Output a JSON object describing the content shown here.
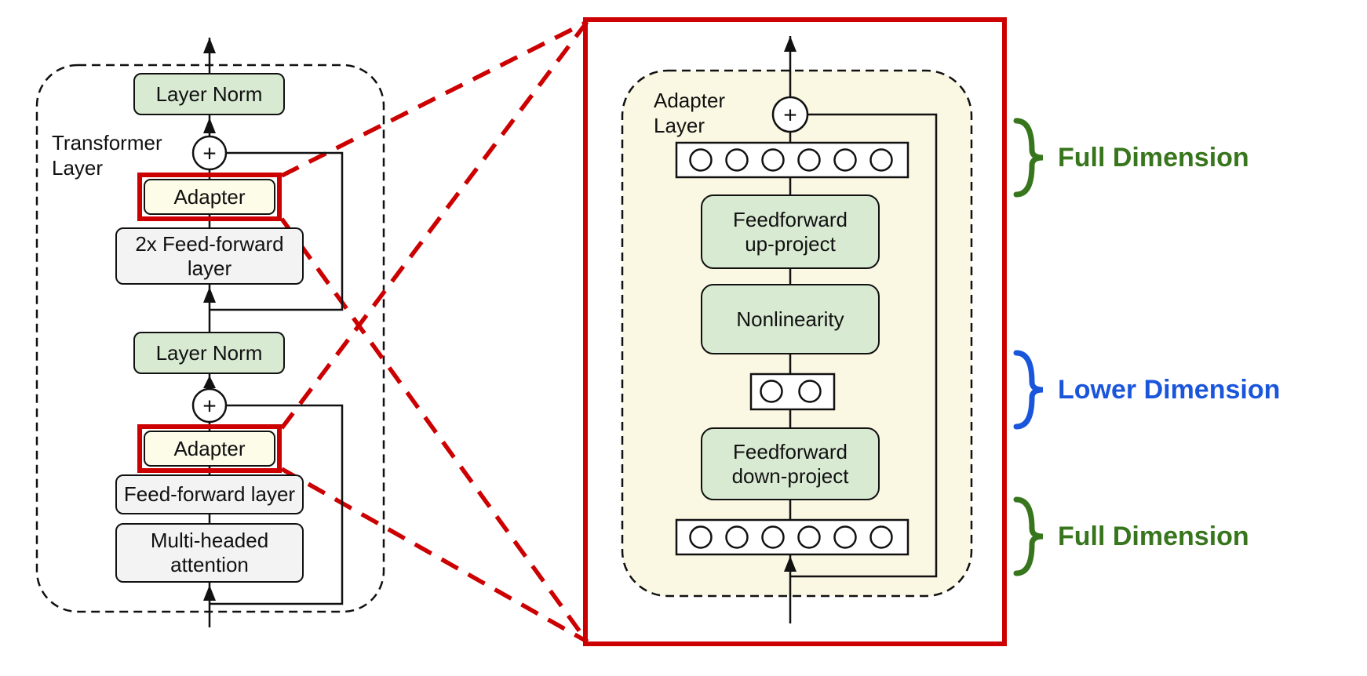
{
  "plus": "+",
  "left_panel": {
    "label_line1": "Transformer",
    "label_line2": "Layer",
    "layer_norm": "Layer Norm",
    "adapter": "Adapter",
    "feed_forward_2x_line1": "2x Feed-forward",
    "feed_forward_2x_line2": "layer",
    "feed_forward": "Feed-forward layer",
    "multi_headed_line1": "Multi-headed",
    "multi_headed_line2": "attention"
  },
  "right_panel": {
    "label_line1": "Adapter",
    "label_line2": "Layer",
    "feedforward_up_line1": "Feedforward",
    "feedforward_up_line2": "up-project",
    "nonlinearity": "Nonlinearity",
    "feedforward_down_line1": "Feedforward",
    "feedforward_down_line2": "down-project",
    "full_dimension_units": 6,
    "bottleneck_units": 2
  },
  "annotations": [
    {
      "label": "Full Dimension",
      "color": "#38761d"
    },
    {
      "label": "Lower Dimension",
      "color": "#1a56db"
    },
    {
      "label": "Full Dimension",
      "color": "#38761d"
    }
  ],
  "colors": {
    "highlight_red": "#cc0000",
    "green_fill": "#d9ead3",
    "gray_fill": "#f3f3f3",
    "adapter_fill": "#fcfce8",
    "panel_fill": "#faf7e2",
    "line": "#111111"
  }
}
